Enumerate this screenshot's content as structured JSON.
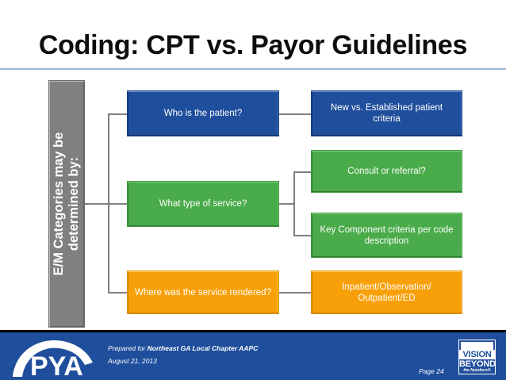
{
  "slide": {
    "title": "Coding: CPT vs. Payor Guidelines",
    "left_label": "E/M Categories may be\ndetermined by:"
  },
  "colors": {
    "blue": "#1f4e9c",
    "green": "#4aab4a",
    "orange": "#f7a009",
    "grey": "#808080",
    "rule": "#9bb7d4"
  },
  "flow": {
    "branches": [
      {
        "question": "Who is the patient?",
        "question_color": "blue",
        "answers": [
          {
            "text": "New vs. Established patient\ncriteria",
            "color": "blue"
          }
        ]
      },
      {
        "question": "What type of service?",
        "question_color": "green",
        "answers": [
          {
            "text": "Consult or referral?",
            "color": "green"
          },
          {
            "text": "Key Component criteria per code\ndescription",
            "color": "green"
          }
        ]
      },
      {
        "question": "Where was the service rendered?",
        "question_color": "orange",
        "answers": [
          {
            "text": "Inpatient/Observation/\nOutpatient/ED",
            "color": "orange"
          }
        ]
      }
    ]
  },
  "footer": {
    "prepared_for_label": "Prepared for",
    "organization": "Northeast GA Local Chapter AAPC",
    "date": "August 21, 2013",
    "page": "Page 24",
    "logo_text": "PYA",
    "badge": {
      "line1": "VISION",
      "line2": "BEYOND",
      "line3": "the Numbers®"
    }
  }
}
